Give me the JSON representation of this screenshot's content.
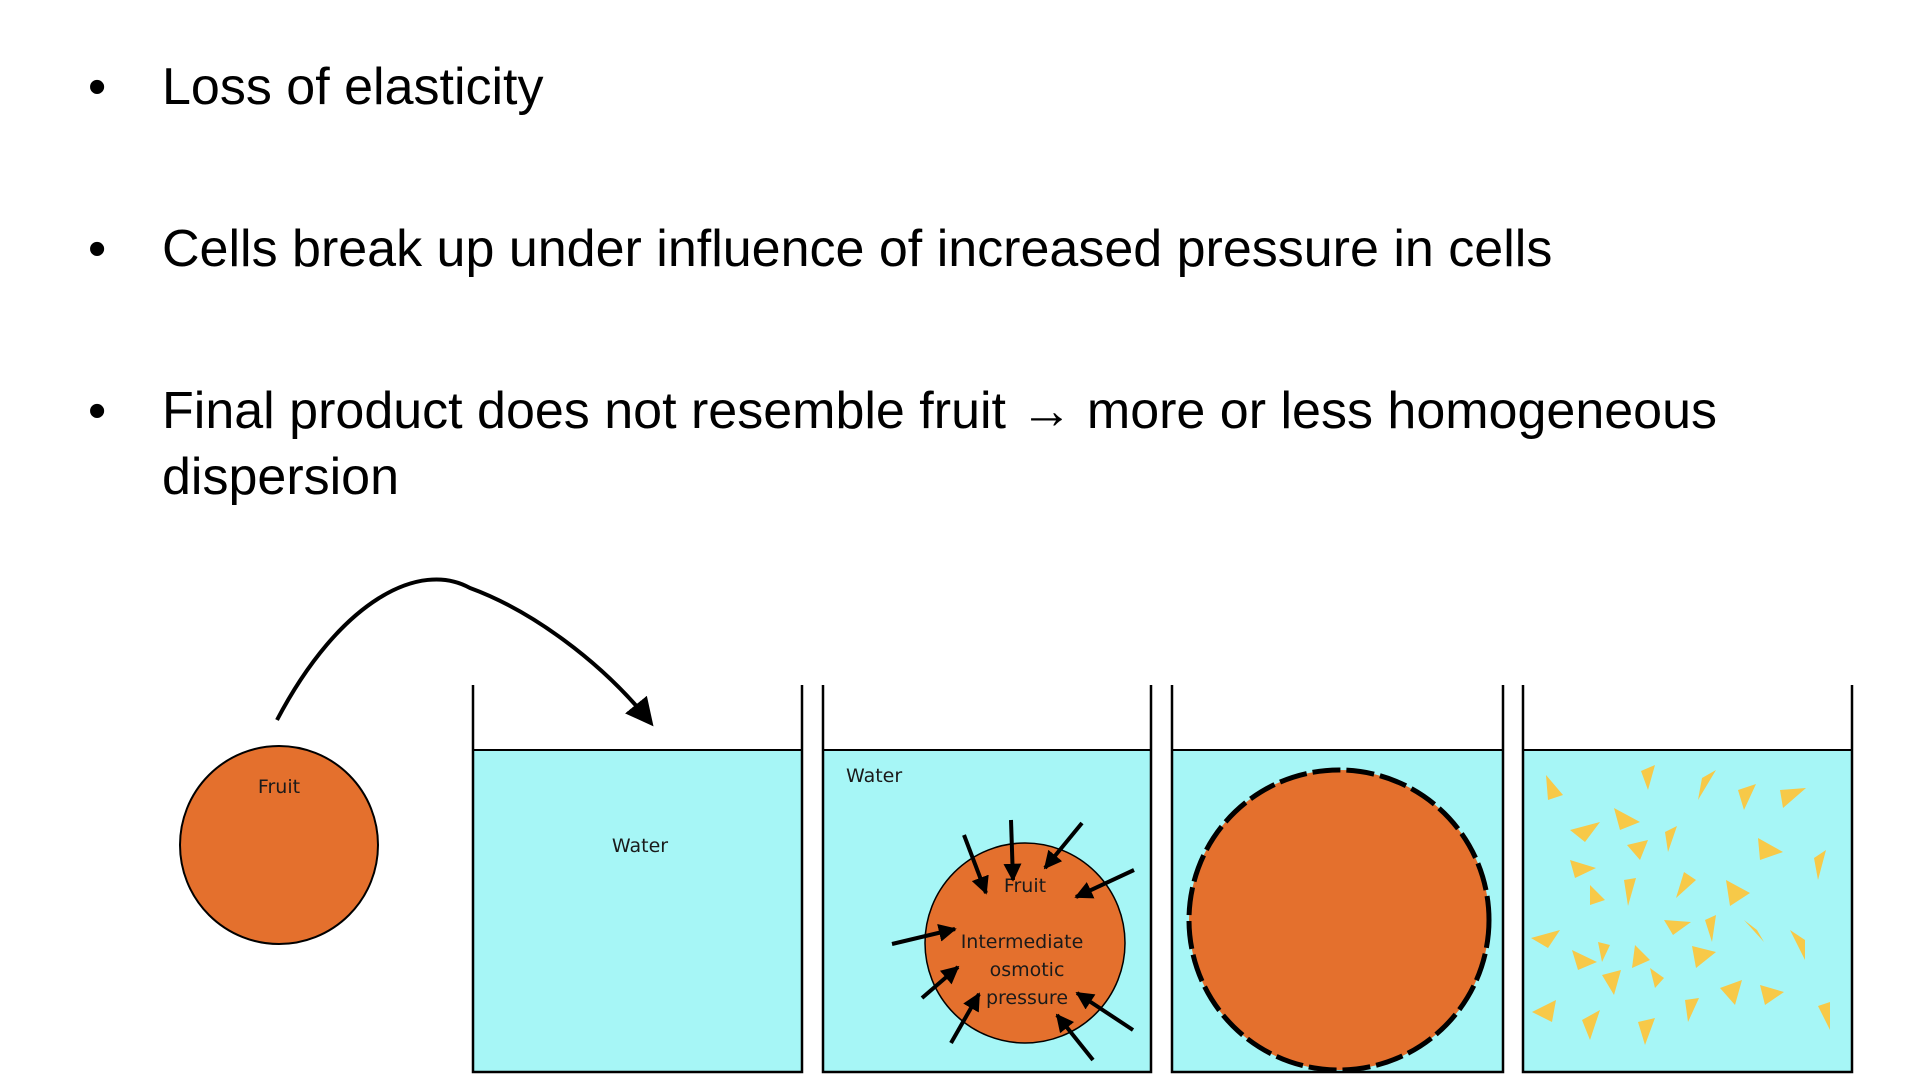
{
  "bullets": [
    {
      "marker": "•",
      "text": "Loss of elasticity"
    },
    {
      "marker": "•",
      "text": "Cells break up under influence of increased pressure in cells"
    },
    {
      "marker": "•",
      "text": "Final product does not resemble fruit → more or less homogeneous dispersion"
    }
  ],
  "diagram": {
    "fruit_label": "Fruit",
    "water_label": "Water",
    "panel3_water_label": "Water",
    "panel3_fruit_label": "Fruit",
    "panel3_pressure_lines": [
      "Intermediate",
      "osmotic",
      "pressure"
    ],
    "colors": {
      "fruit": "#E4702D",
      "water": "#A6F6F6",
      "fragments": "#F7C948",
      "outline": "#000000"
    }
  }
}
